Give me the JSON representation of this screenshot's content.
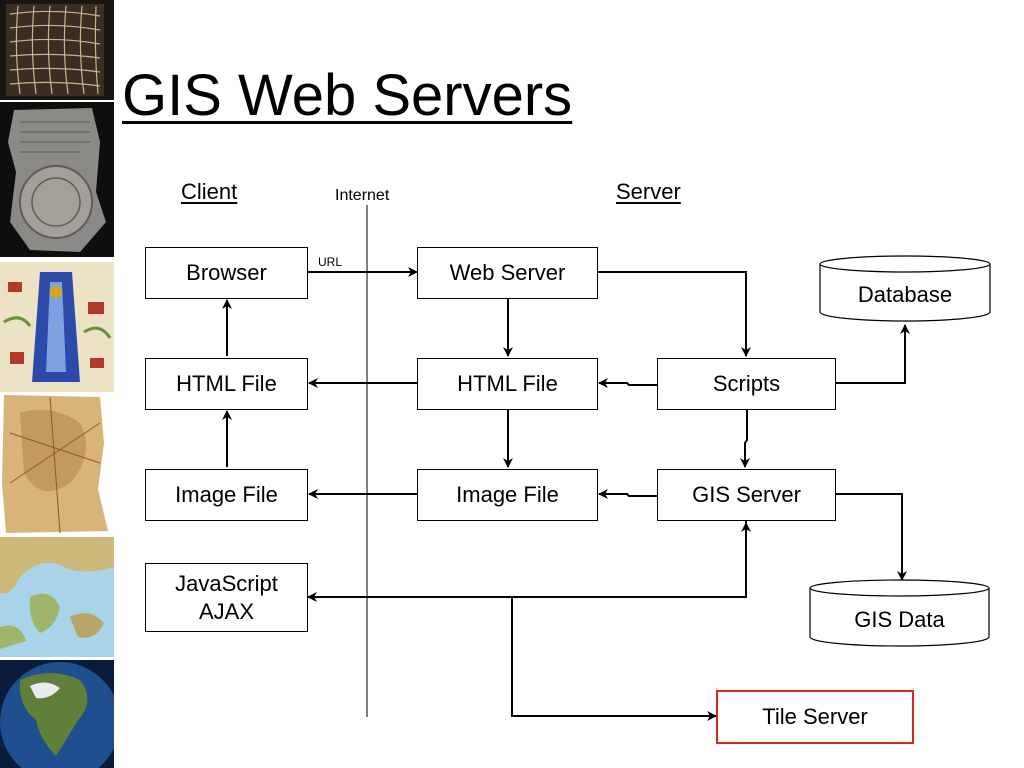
{
  "title": "GIS Web Servers",
  "headings": {
    "client": "Client",
    "server": "Server",
    "internet": "Internet",
    "url": "URL"
  },
  "client": {
    "browser": "Browser",
    "html_file": "HTML File",
    "image_file": "Image File",
    "javascript": "JavaScript\nAJAX"
  },
  "server": {
    "web_server": "Web Server",
    "html_file": "HTML File",
    "image_file": "Image File",
    "scripts": "Scripts",
    "gis_server": "GIS Server",
    "tile_server": "Tile Server"
  },
  "stores": {
    "database": "Database",
    "gis_data": "GIS Data"
  },
  "colors": {
    "accent_border": "#e3261c"
  }
}
